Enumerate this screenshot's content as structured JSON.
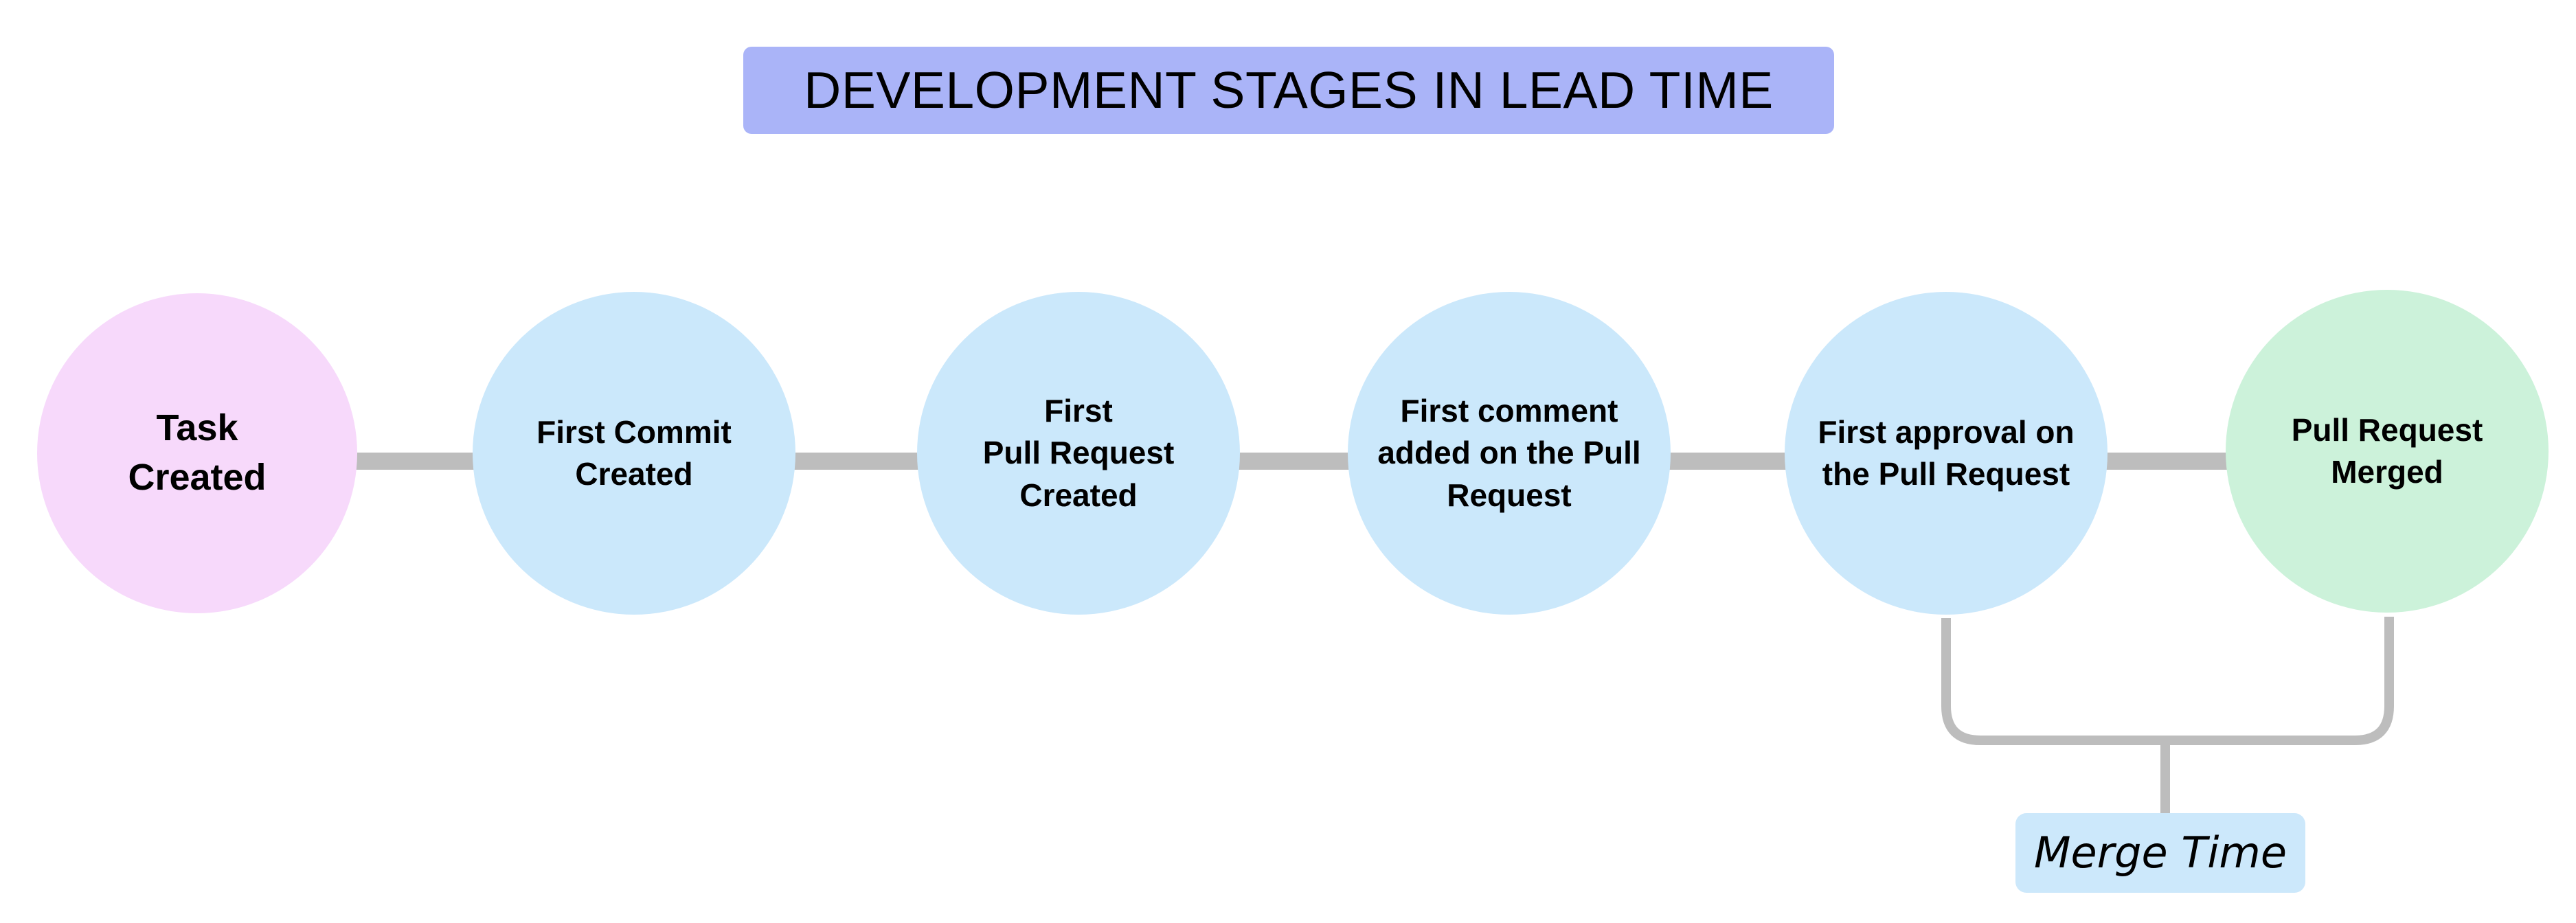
{
  "diagram": {
    "title": "DEVELOPMENT STAGES IN LEAD TIME",
    "title_bg": "#aab4f8",
    "canvas_bg": "#ffffff",
    "connector_color": "#bdbdbd",
    "stages": [
      {
        "id": "task-created",
        "label": "Task\nCreated",
        "color": "#f7d9fb",
        "order": 1
      },
      {
        "id": "first-commit-created",
        "label": "First Commit\nCreated",
        "color": "#cbe8fb",
        "order": 2
      },
      {
        "id": "first-pull-request-created",
        "label": "First\nPull Request\nCreated",
        "color": "#cbe8fb",
        "order": 3
      },
      {
        "id": "first-comment-on-pull-request",
        "label": "First comment\nadded on the Pull\nRequest",
        "color": "#cbe8fb",
        "order": 4
      },
      {
        "id": "first-approval-on-pull-request",
        "label": "First approval on\nthe Pull Request",
        "color": "#cbe8fb",
        "order": 5
      },
      {
        "id": "pull-request-merged",
        "label": "Pull Request\nMerged",
        "color": "#ccf2da",
        "order": 6
      }
    ],
    "annotation": {
      "id": "merge-time",
      "label": "Merge Time",
      "bg": "#cce8fb",
      "spans_from": "first-approval-on-pull-request",
      "spans_to": "pull-request-merged"
    }
  }
}
